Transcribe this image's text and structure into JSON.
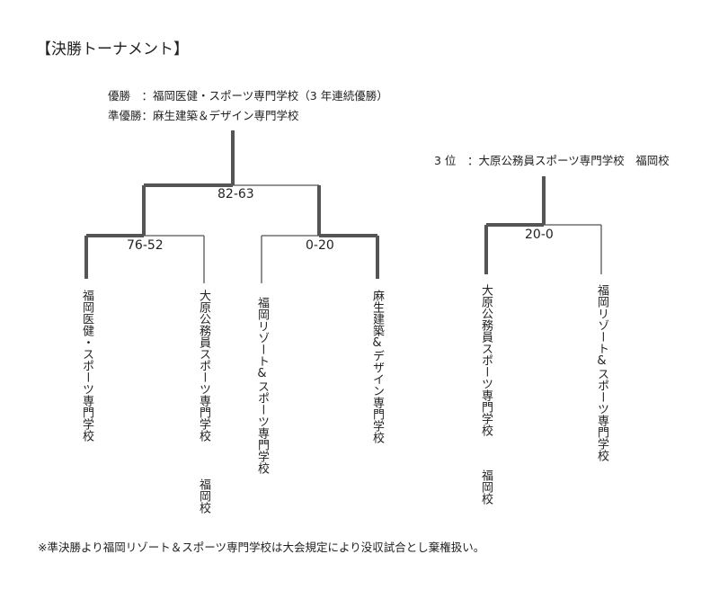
{
  "title": "【決勝トーナメント】",
  "results": {
    "champion_label": "優勝",
    "champion": "福岡医健・スポーツ専門学校（3 年連続優勝）",
    "runner_up_label": "準優勝",
    "runner_up": "麻生建築＆デザイン専門学校",
    "third_label": "3 位",
    "third": "大原公務員スポーツ専門学校　福岡校"
  },
  "scores": {
    "final": "82-63",
    "semi_left": "76-52",
    "semi_right": "0-20",
    "third_place": "20-0"
  },
  "teams": [
    {
      "line1": "福岡医健・スポーツ専門学校",
      "line2": ""
    },
    {
      "line1": "大原公務員スポーツ専門学校",
      "line2": "福岡校"
    },
    {
      "line1": "福岡リゾート&スポーツ専門学校",
      "line2": ""
    },
    {
      "line1": "麻生建築&デザイン専門学校",
      "line2": ""
    },
    {
      "line1": "大原公務員スポーツ専門学校",
      "line2": "福岡校"
    },
    {
      "line1": "福岡リゾート&スポーツ専門学校",
      "line2": ""
    }
  ],
  "note": "※準決勝より福岡リゾート＆スポーツ専門学校は大会規定により没収試合とし棄権扱い。"
}
